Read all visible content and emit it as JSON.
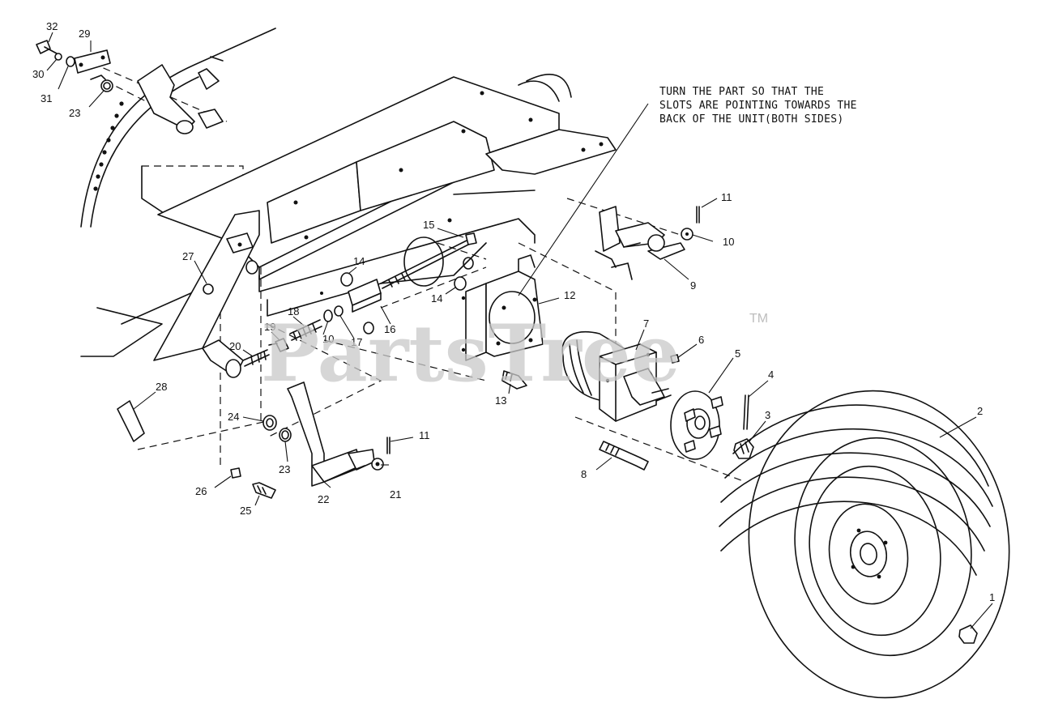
{
  "diagram": {
    "note_lines": [
      "TURN THE PART SO THAT THE",
      "SLOTS ARE POINTING TOWARDS THE",
      "BACK OF THE UNIT(BOTH SIDES)"
    ],
    "watermark": "PartsTree",
    "trademark": "TM",
    "callouts": [
      "1",
      "2",
      "3",
      "4",
      "5",
      "6",
      "7",
      "8",
      "9",
      "10",
      "10",
      "11",
      "11",
      "12",
      "13",
      "14",
      "14",
      "15",
      "16",
      "17",
      "18",
      "19",
      "20",
      "21",
      "22",
      "23",
      "23",
      "24",
      "25",
      "26",
      "27",
      "28",
      "29",
      "30",
      "31",
      "32"
    ]
  }
}
